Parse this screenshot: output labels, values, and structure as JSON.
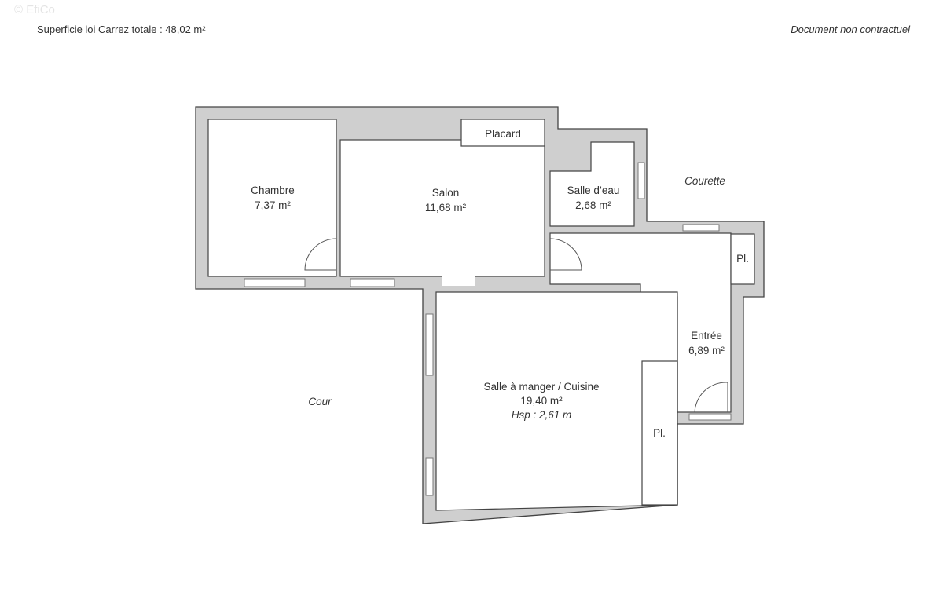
{
  "header": {
    "total_area": "Superficie loi Carrez totale :  48,02 m²",
    "disclaimer": "Document non contractuel",
    "watermark": "© EfiCo"
  },
  "rooms": {
    "chambre": {
      "name": "Chambre",
      "area": "7,37 m²"
    },
    "salon": {
      "name": "Salon",
      "area": "11,68 m²"
    },
    "placard": {
      "name": "Placard"
    },
    "salle_deau": {
      "name": "Salle d’eau",
      "area": "2,68 m²"
    },
    "entree": {
      "name": "Entrée",
      "area": "6,89 m²"
    },
    "pl_entree": {
      "name": "Pl."
    },
    "cuisine": {
      "name": "Salle à manger / Cuisine",
      "area": "19,40 m²",
      "height": "Hsp : 2,61 m"
    },
    "pl_cuisine": {
      "name": "Pl."
    }
  },
  "outside": {
    "courette": "Courette",
    "cour": "Cour"
  },
  "colors": {
    "wall": "#cfcfcf",
    "room": "#ffffff",
    "text": "#333333"
  }
}
